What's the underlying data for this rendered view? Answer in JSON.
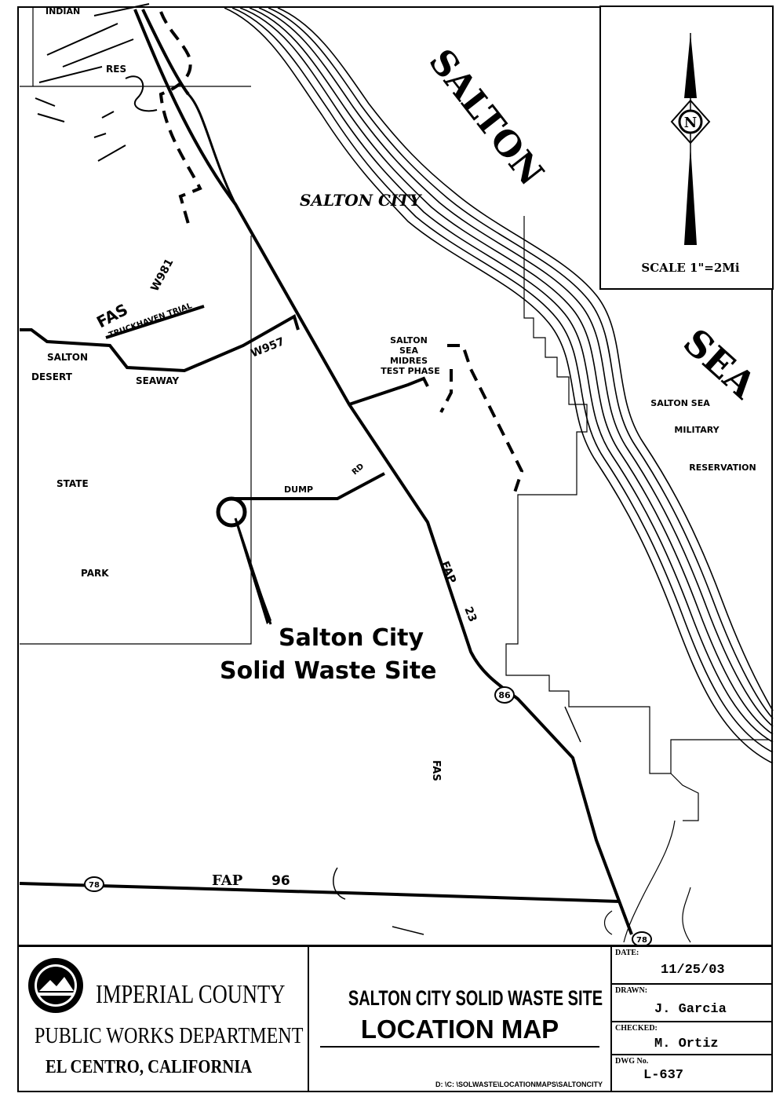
{
  "map": {
    "indian_label": "INDIAN",
    "res_label": "RES",
    "salton_sea_label_1": "SALTON",
    "salton_sea_label_2": "SEA",
    "salton_city": "SALTON CITY",
    "w981": "W981",
    "fas_upper": "FAS",
    "truckhaven": "TRUCKHAVEN TRIAL",
    "w957": "W957",
    "salton_seaway_1": "SALTON",
    "salton_seaway_2": "SEAWAY",
    "desert": "DESERT",
    "state": "STATE",
    "park": "PARK",
    "test_phase_1": "SALTON",
    "test_phase_2": "SEA",
    "test_phase_3": "MIDRES",
    "test_phase_4": "TEST PHASE",
    "military_1": "SALTON SEA",
    "military_2": "MILITARY",
    "military_3": "RESERVATION",
    "dump": "DUMP",
    "rd": "RD",
    "fap23_a": "FAP",
    "fap23_b": "23",
    "shield_86": "86",
    "fas_lower": "FAS",
    "fap96_a": "FAP",
    "fap96_b": "96",
    "shield_78a": "78",
    "shield_78b": "78",
    "site_1": "Salton City",
    "site_2": "Solid Waste Site",
    "scale": "SCALE 1\"=2Mi"
  },
  "titleblock": {
    "agency_1": "IMPERIAL COUNTY",
    "agency_2": "PUBLIC WORKS DEPARTMENT",
    "agency_3": "EL CENTRO, CALIFORNIA",
    "title_1": "SALTON CITY SOLID WASTE SITE",
    "title_2": "LOCATION MAP",
    "file_path": "D: \\C: \\SOLWASTE\\LOCATIONMAPS\\SALTONCITY",
    "date_label": "DATE:",
    "date_value": "11/25/03",
    "drawn_label": "DRAWN:",
    "drawn_value": "J. Garcia",
    "checked_label": "CHECKED:",
    "checked_value": "M. Ortiz",
    "dwg_label": "DWG No.",
    "dwg_value": "L-637"
  }
}
